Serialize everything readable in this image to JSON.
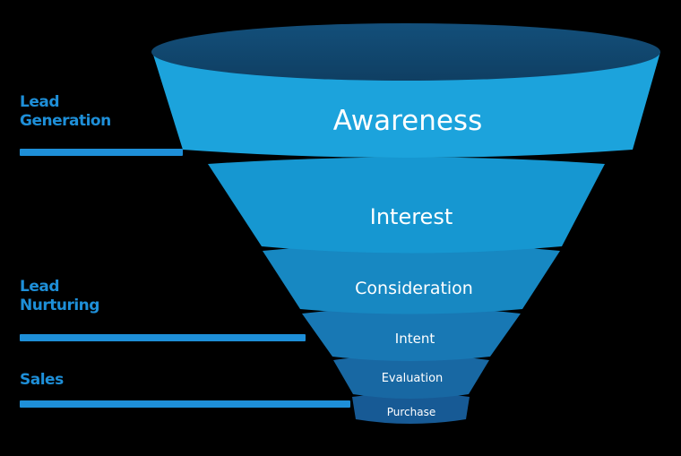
{
  "side_labels": {
    "generation": {
      "line1": "Lead",
      "line2": "Generation"
    },
    "nurturing": {
      "line1": "Lead",
      "line2": "Nurturing"
    },
    "sales": {
      "line1": "Sales"
    }
  },
  "stages": [
    {
      "label": "Awareness"
    },
    {
      "label": "Interest"
    },
    {
      "label": "Consideration"
    },
    {
      "label": "Intent"
    },
    {
      "label": "Evaluation"
    },
    {
      "label": "Purchase"
    }
  ],
  "colors": {
    "label_blue": "#1e8fd8",
    "awareness": "#1ca3dc",
    "interest": "#1697d1",
    "consideration": "#1788c2",
    "intent": "#1878b4",
    "evaluation": "#1868a3",
    "purchase": "#175a95",
    "background": "#000000"
  }
}
